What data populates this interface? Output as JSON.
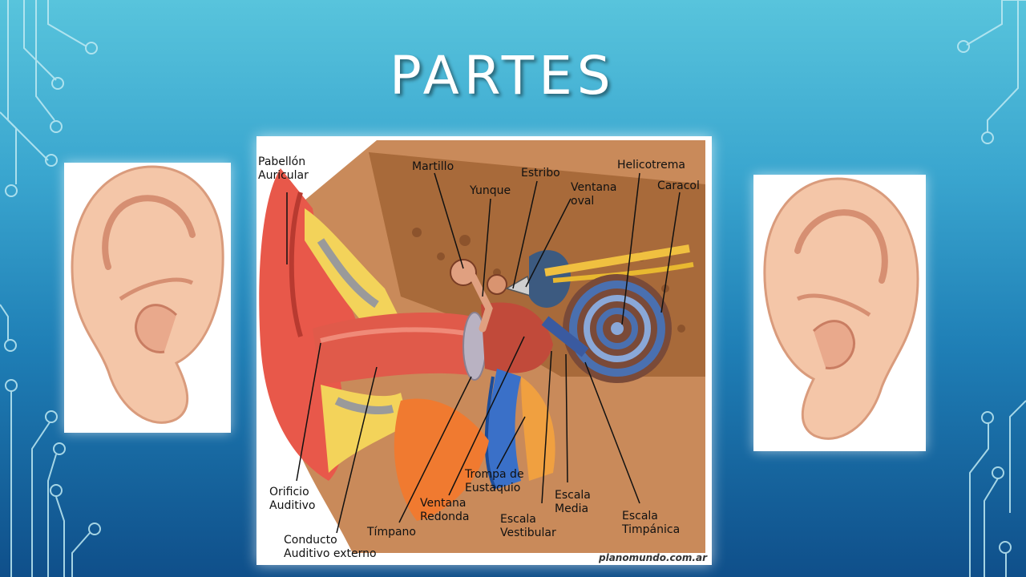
{
  "slide": {
    "title": "PARTES",
    "colors": {
      "background_top": "#58c4dc",
      "background_bottom": "#0f4f8a",
      "title": "#ffffff",
      "circuit_lines": "#bfeaf3"
    }
  },
  "diagram": {
    "labels": {
      "pabellon": "Pabellón\nAuricular",
      "martillo": "Martillo",
      "yunque": "Yunque",
      "estribo": "Estribo",
      "ventana_oval": "Ventana\noval",
      "helicotrema": "Helicotrema",
      "caracol": "Caracol",
      "orificio": "Orificio\nAuditivo",
      "conducto": "Conducto\nAuditivo externo",
      "timpano": "Tímpano",
      "ventana_redonda": "Ventana\nRedonda",
      "trompa": "Trompa de\nEustaquio",
      "escala_vestibular": "Escala\nVestibular",
      "escala_media": "Escala\nMedia",
      "escala_timpanica": "Escala\nTimpánica"
    },
    "watermark": "planomundo.com.ar"
  }
}
